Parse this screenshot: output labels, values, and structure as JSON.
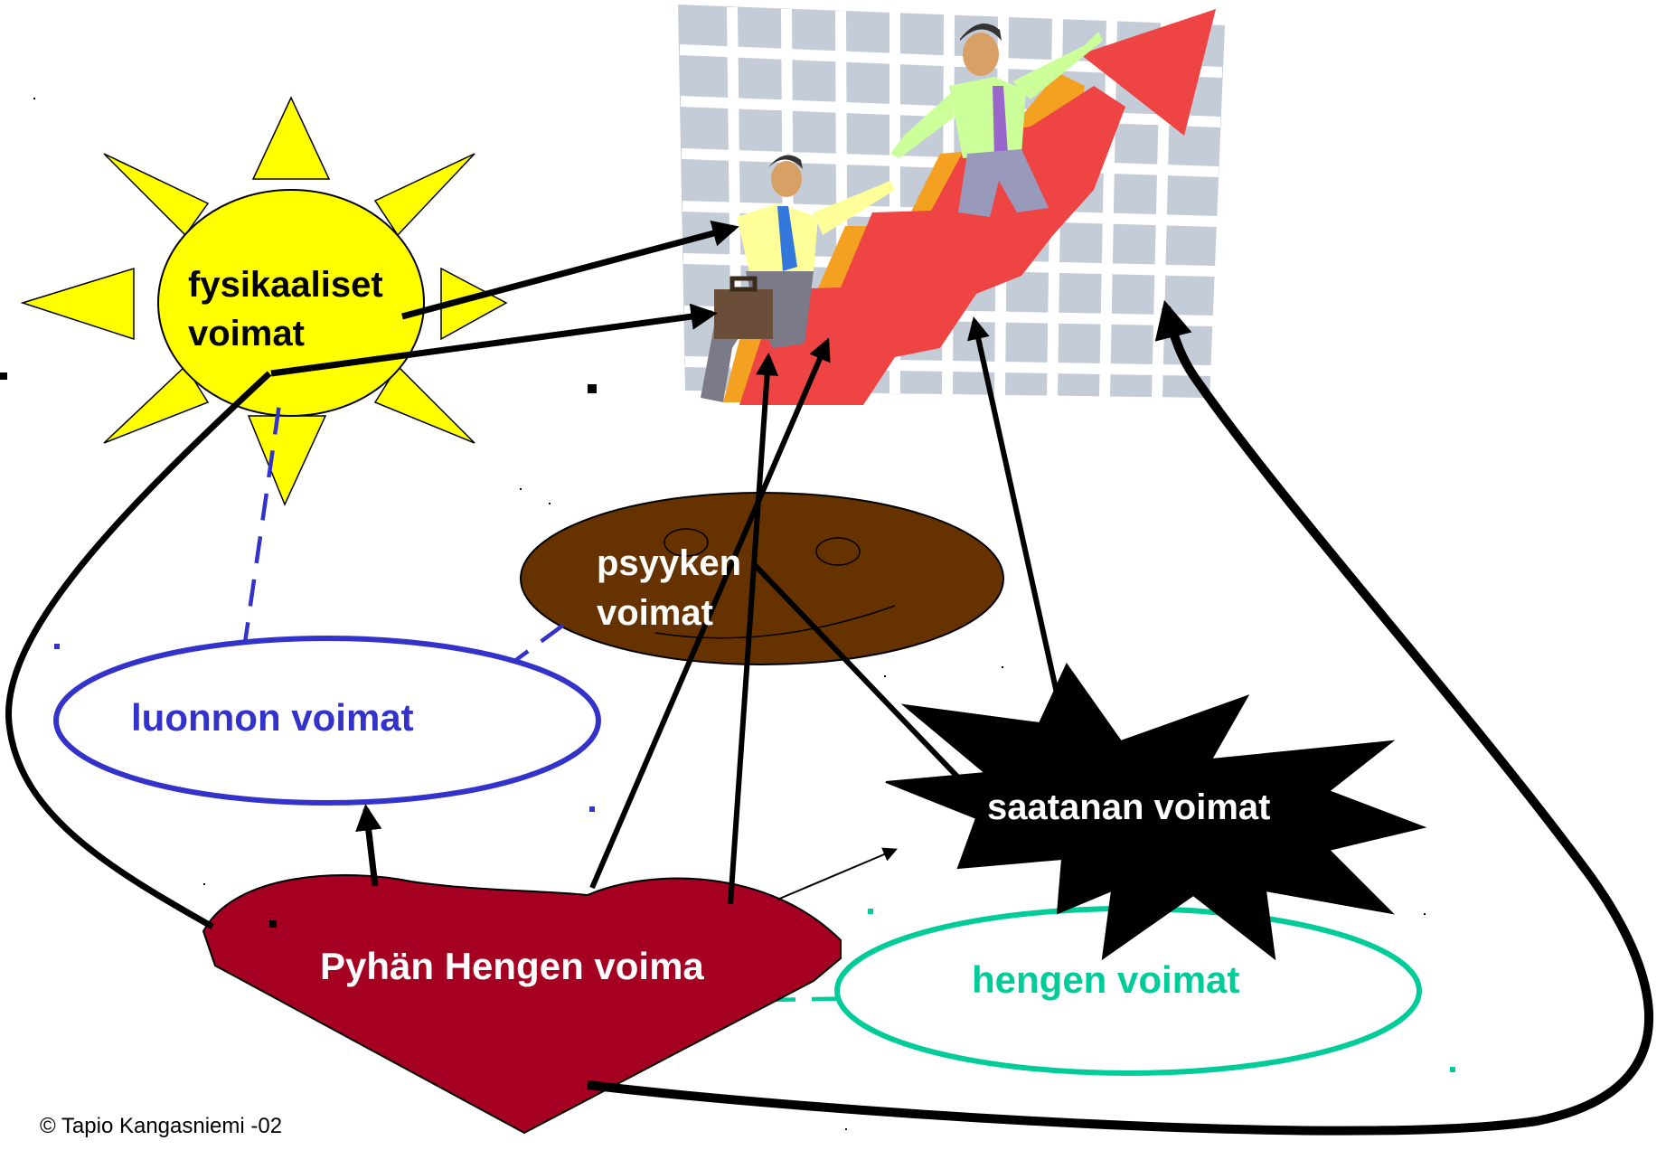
{
  "nodes": {
    "physical": {
      "line1": "fysikaaliset",
      "line2": "voimat"
    },
    "psyche": {
      "line1": "psyyken",
      "line2": "voimat"
    },
    "nature": {
      "label": "luonnon voimat"
    },
    "satan": {
      "label": "saatanan voimat"
    },
    "holy_spirit": {
      "label": "Pyhän Hengen voima"
    },
    "spirit": {
      "label": "hengen voimat"
    }
  },
  "copyright": "© Tapio Kangasniemi -02",
  "colors": {
    "sun": "#ffff00",
    "psyche_fill": "#663300",
    "nature_stroke": "#3333cc",
    "spirit_stroke": "#00cc99",
    "heart_fill": "#a50021",
    "satan_fill": "#000000",
    "arrow_red": "#ee4444"
  }
}
